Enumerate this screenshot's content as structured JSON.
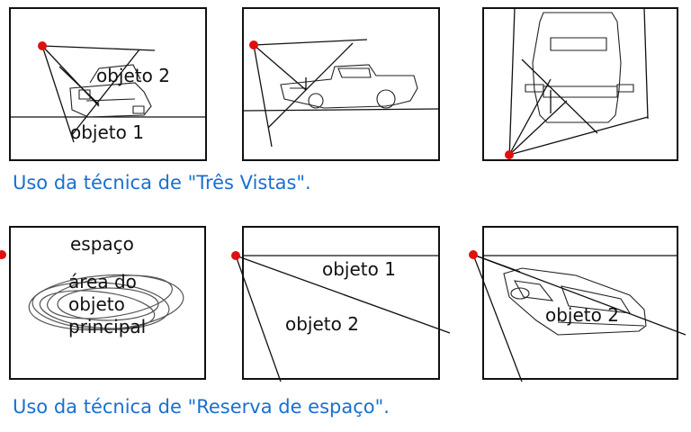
{
  "captions": {
    "three_views": "Uso da técnica de \"Três Vistas\".",
    "space_reserve": "Uso da técnica de \"Reserva de espaço\"."
  },
  "labels": {
    "p1_obj2": "objeto 2",
    "p1_obj1": "objeto 1",
    "p4_space": "espaço",
    "p4_area_line1": "área do",
    "p4_area_line2": "objeto",
    "p4_area_line3": "principal",
    "p5_obj1": "objeto 1",
    "p5_obj2": "objeto 2",
    "p6_obj2": "objeto 2"
  },
  "colors": {
    "caption": "#1a6fd1",
    "viewpoint_dot": "#e01010",
    "frame": "#111111",
    "sketch": "#222222"
  }
}
